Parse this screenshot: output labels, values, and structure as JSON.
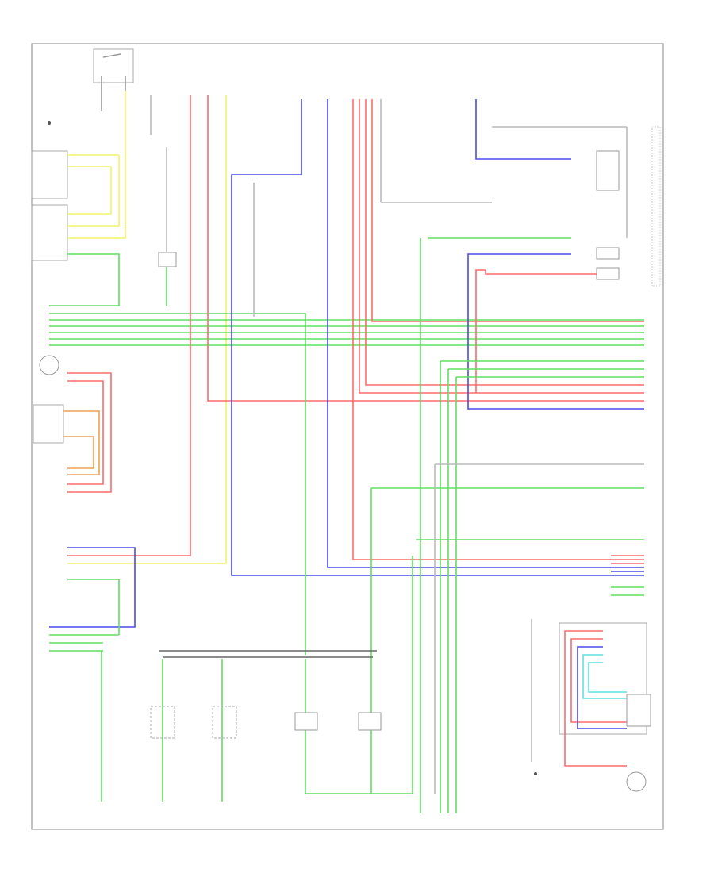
{
  "page": {
    "page_label": "",
    "colors": {
      "green": "#5fe05f",
      "red": "#ff6b6b",
      "blue": "#4a4aee",
      "yellow": "#f3f36b",
      "gray": "#bbbbbb",
      "orange": "#f0a050",
      "cyan": "#5fe0e0",
      "frame": "#9a9a9a"
    }
  },
  "diagram": {
    "components": [
      {
        "id": "top-left-switch",
        "label": ""
      },
      {
        "id": "left-column-connector-1",
        "label": ""
      },
      {
        "id": "left-column-connector-2",
        "label": ""
      },
      {
        "id": "left-motor",
        "label": ""
      },
      {
        "id": "left-actuator-box",
        "label": ""
      },
      {
        "id": "mid-sensor",
        "label": ""
      },
      {
        "id": "relay-right-1",
        "label": ""
      },
      {
        "id": "relay-right-2",
        "label": ""
      },
      {
        "id": "bottom-component-1",
        "label": ""
      },
      {
        "id": "bottom-component-2",
        "label": ""
      },
      {
        "id": "bottom-component-3",
        "label": ""
      },
      {
        "id": "bottom-component-4",
        "label": ""
      },
      {
        "id": "right-lower-module",
        "label": ""
      },
      {
        "id": "right-lower-motor",
        "label": ""
      }
    ]
  }
}
